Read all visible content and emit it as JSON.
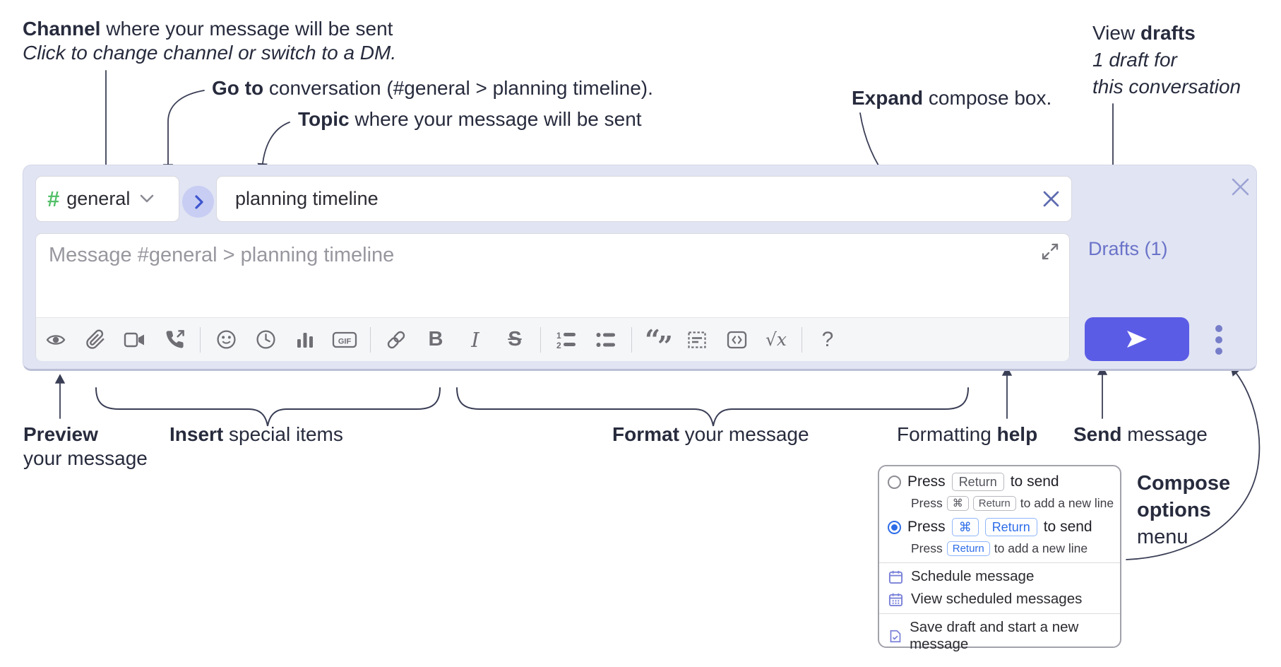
{
  "annotations": {
    "channel": {
      "lead": "Channel",
      "rest": " where your message will be sent",
      "sub": "Click to change channel or switch to a DM."
    },
    "goto": {
      "lead": "Go to",
      "rest": " conversation (#general > planning timeline)."
    },
    "topic": {
      "lead": "Topic",
      "rest": " where your message will be sent"
    },
    "expand": {
      "lead": "Expand",
      "rest": " compose box."
    },
    "drafts": {
      "pre": "View ",
      "lead": "drafts",
      "line2": "1 draft for",
      "line3": "this conversation"
    },
    "preview": {
      "lead": "Preview",
      "line2": "your message"
    },
    "insert": {
      "lead": "Insert",
      "rest": " special items"
    },
    "format": {
      "lead": "Format",
      "rest": " your message"
    },
    "help": {
      "pre": "Formatting ",
      "lead": "help"
    },
    "send": {
      "lead": "Send",
      "rest": " message"
    },
    "compose_options": {
      "line1": "Compose",
      "line2": "options",
      "line3": "menu"
    }
  },
  "compose": {
    "channel_name": "general",
    "channel_hash": "#",
    "topic_value": "planning timeline",
    "message_placeholder": "Message #general > planning timeline",
    "drafts_link": "Drafts (1)",
    "toolbar": {
      "gif_label": "GIF",
      "bold_label": "B",
      "italic_label": "I",
      "strike_label": "S",
      "math_root": "√",
      "math_var": "x",
      "quote_open": "“",
      "quote_close": "”",
      "help_label": "?",
      "num1": "1",
      "num2": "2"
    }
  },
  "menu": {
    "options": [
      {
        "press": "Press",
        "key1": "Return",
        "after": "to send",
        "sub_press": "Press",
        "sub_key1": "⌘",
        "sub_key2": "Return",
        "sub_after": "to add a new line"
      },
      {
        "press": "Press",
        "key1": "⌘",
        "key2": "Return",
        "after": "to send",
        "sub_press": "Press",
        "sub_key1": "Return",
        "sub_after": "to add a new line"
      }
    ],
    "items": [
      {
        "label": "Schedule message"
      },
      {
        "label": "View scheduled messages"
      },
      {
        "label": "Save draft and start a new message"
      }
    ]
  },
  "colors": {
    "send_accent": "#5b5ce6",
    "drafts_link": "#6a73c9",
    "channel_hash_green": "#54c06a",
    "kbd_blue": "#2e6de8",
    "compose_bg": "#e1e4f3",
    "annotation_ink": "#272b3d"
  }
}
